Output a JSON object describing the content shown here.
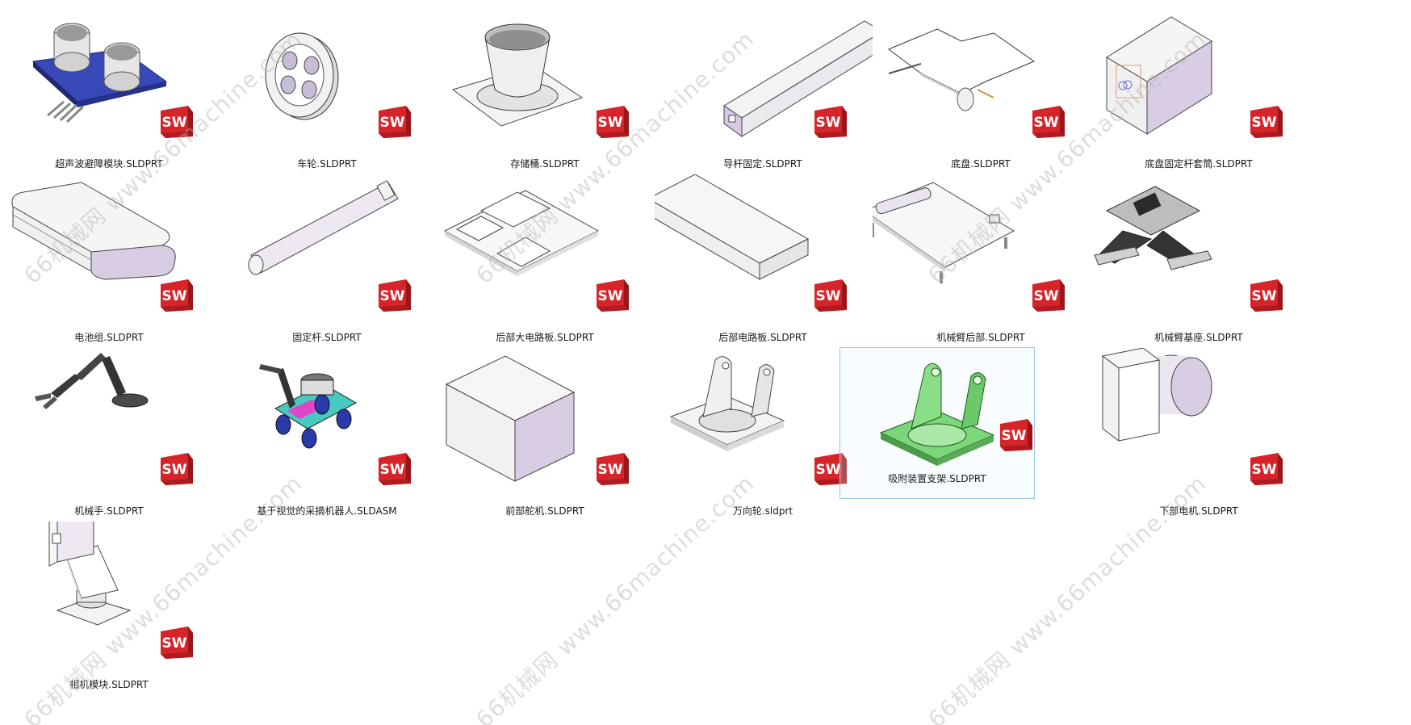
{
  "files": [
    {
      "name": "超声波避障模块.SLDPRT",
      "icon": "ultrasonic-sensor"
    },
    {
      "name": "车轮.SLDPRT",
      "icon": "wheel"
    },
    {
      "name": "存储桶.SLDPRT",
      "icon": "bucket"
    },
    {
      "name": "导杆固定.SLDPRT",
      "icon": "guide-bar"
    },
    {
      "name": "底盘.SLDPRT",
      "icon": "chassis"
    },
    {
      "name": "底盘固定杆套筒.SLDPRT",
      "icon": "box-sleeve"
    },
    {
      "name": "电池组.SLDPRT",
      "icon": "battery-pack"
    },
    {
      "name": "固定杆.SLDPRT",
      "icon": "rod"
    },
    {
      "name": "后部大电路板.SLDPRT",
      "icon": "big-circuit-board"
    },
    {
      "name": "后部电路板.SLDPRT",
      "icon": "circuit-board"
    },
    {
      "name": "机械臂后部.SLDPRT",
      "icon": "arm-rear"
    },
    {
      "name": "机械臂基座.SLDPRT",
      "icon": "arm-base"
    },
    {
      "name": "机械手.SLDPRT",
      "icon": "manipulator"
    },
    {
      "name": "基于视觉的采摘机器人.SLDASM",
      "icon": "robot-assembly"
    },
    {
      "name": "前部舵机.SLDPRT",
      "icon": "servo-box"
    },
    {
      "name": "万向轮.sldprt",
      "icon": "caster-wheel"
    },
    {
      "name": "吸附装置支架.SLDPRT",
      "icon": "suction-bracket"
    },
    {
      "name": "下部电机.SLDPRT",
      "icon": "motor"
    },
    {
      "name": "相机模块.SLDPRT",
      "icon": "camera-module"
    }
  ],
  "selected_index": 16,
  "badge_text": "SW",
  "colors": {
    "badge_red": "#d6252a",
    "badge_dark": "#9b1418",
    "part_gray": "#e9e9ee",
    "part_lavender": "#d9cde3",
    "outline": "#2b2b2b",
    "selection": "#99c6e8",
    "green_part": "#7cd67a"
  },
  "watermark": "66机械网 www.66machine.com"
}
